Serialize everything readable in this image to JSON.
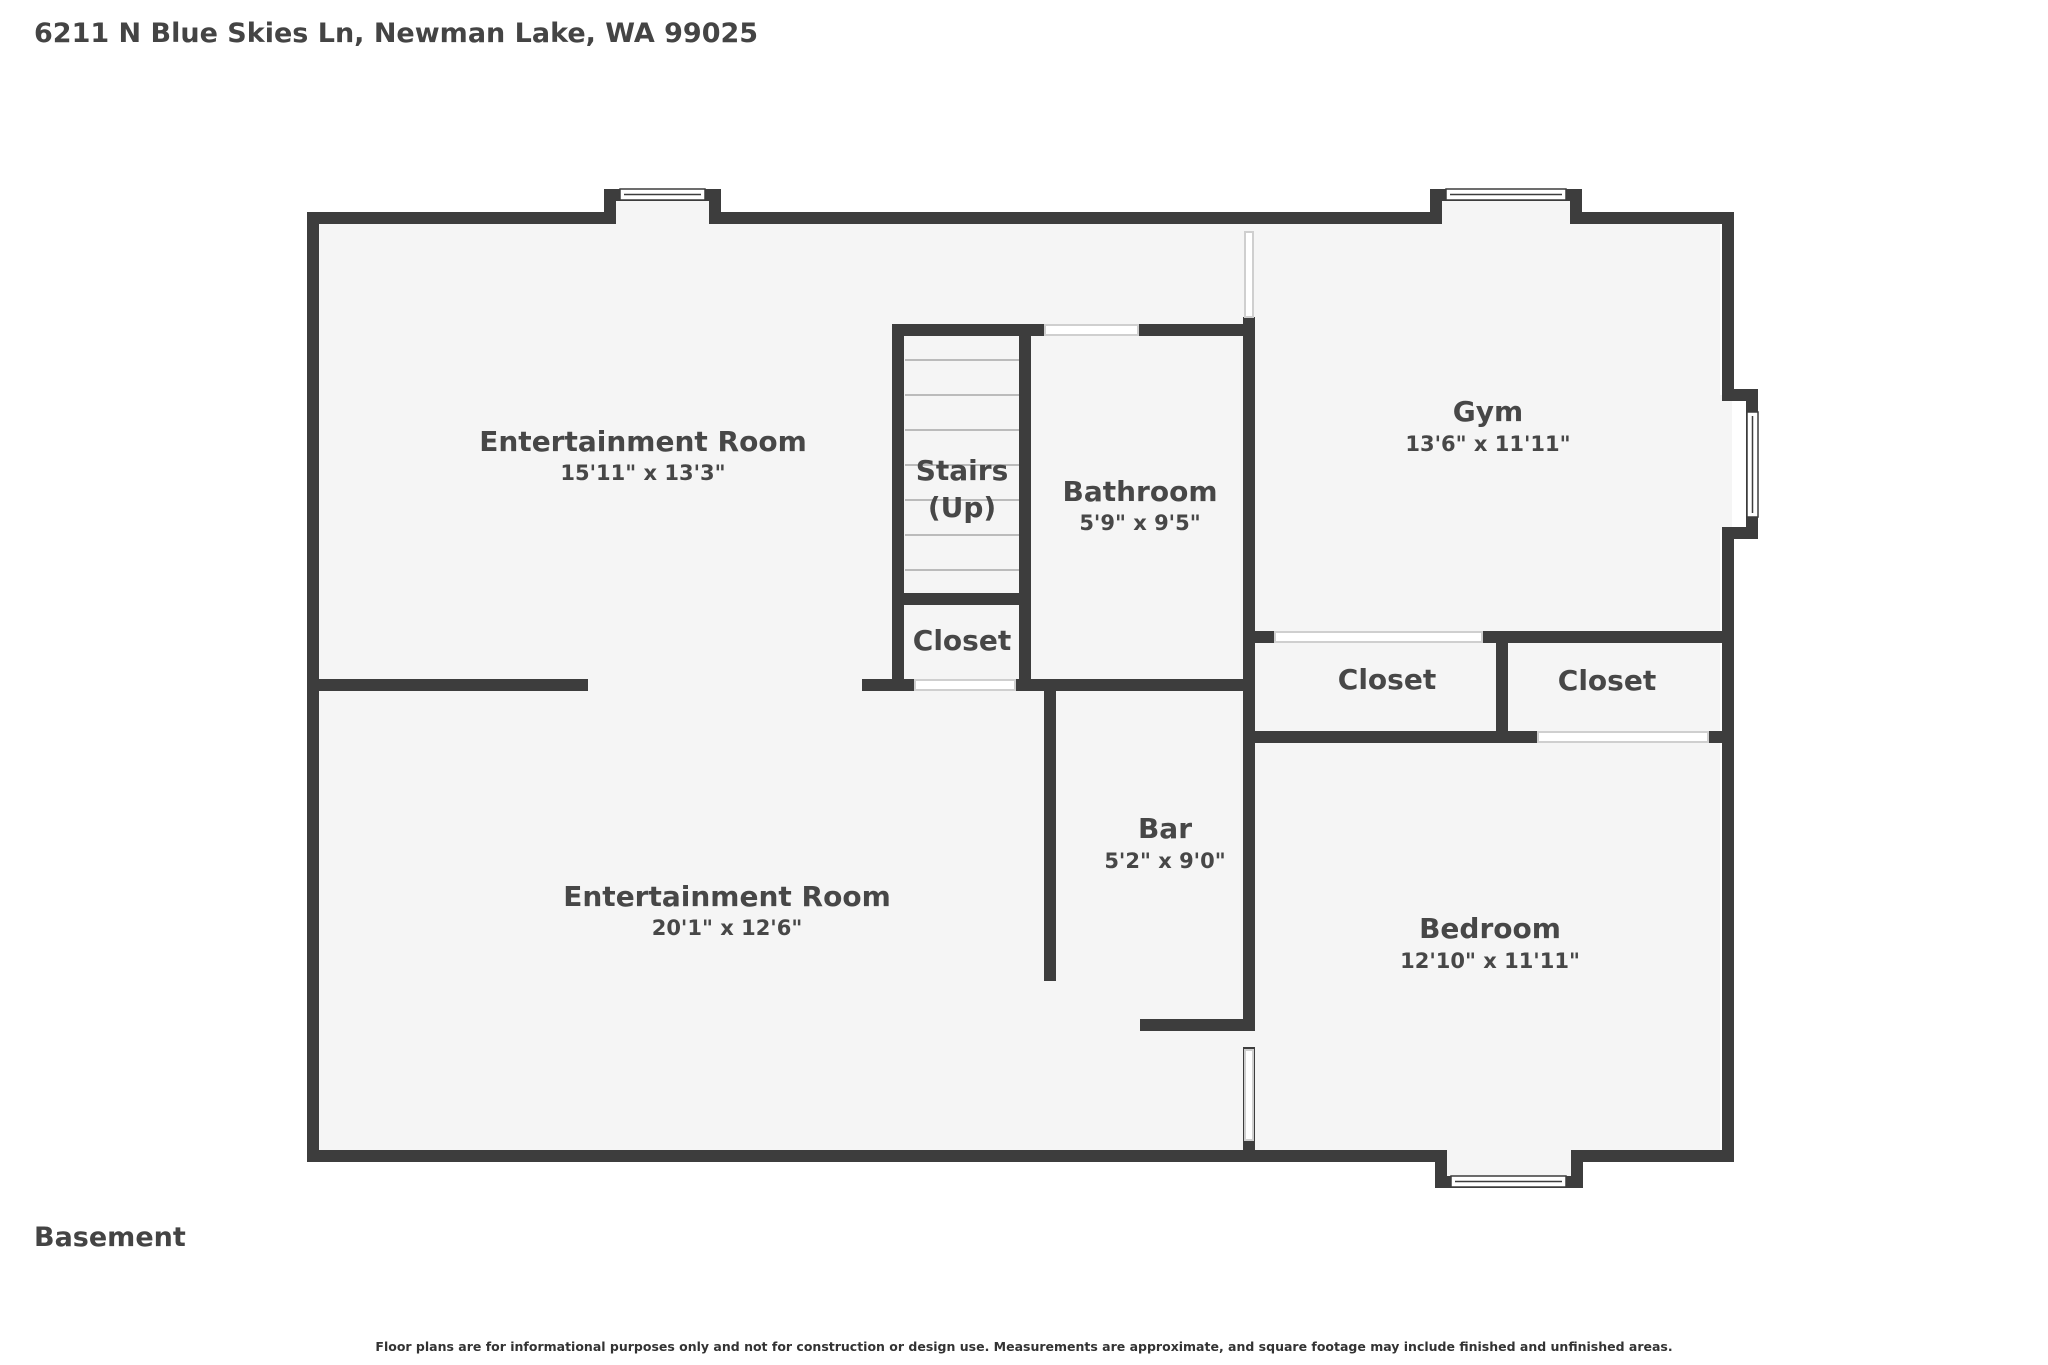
{
  "header": {
    "address": "6211 N Blue Skies Ln, Newman Lake, WA 99025"
  },
  "floor": {
    "label": "Basement"
  },
  "footer": {
    "disclaimer": "Floor plans are for informational purposes only and not for construction or design use. Measurements are approximate, and square footage may include finished and unfinished areas."
  },
  "colors": {
    "wall": "#3d3d3d",
    "floor": "#f5f5f5",
    "text": "#474747"
  },
  "rooms": {
    "entertainment_upper": {
      "name": "Entertainment Room",
      "dims": "15'11\" x 13'3\""
    },
    "entertainment_lower": {
      "name": "Entertainment Room",
      "dims": "20'1\" x 12'6\""
    },
    "stairs": {
      "name_line1": "Stairs",
      "name_line2": "(Up)"
    },
    "closet_stairs": {
      "name": "Closet"
    },
    "bathroom": {
      "name": "Bathroom",
      "dims": "5'9\" x 9'5\""
    },
    "gym": {
      "name": "Gym",
      "dims": "13'6\" x 11'11\""
    },
    "closet_left": {
      "name": "Closet"
    },
    "closet_right": {
      "name": "Closet"
    },
    "bar": {
      "name": "Bar",
      "dims": "5'2\" x 9'0\""
    },
    "bedroom": {
      "name": "Bedroom",
      "dims": "12'10\" x 11'11\""
    }
  }
}
